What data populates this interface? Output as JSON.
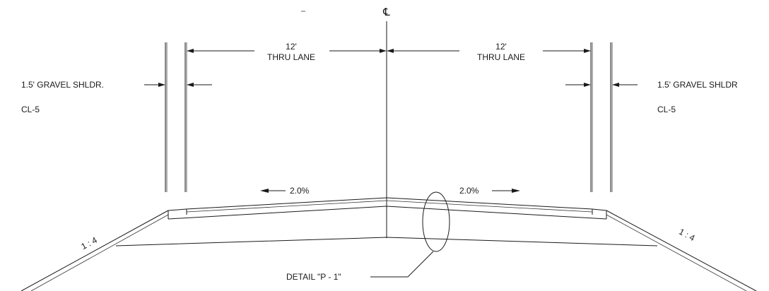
{
  "centerline_symbol": "℄",
  "lanes": {
    "left": {
      "width": "12'",
      "name": "THRU LANE",
      "slope": "2.0%"
    },
    "right": {
      "width": "12'",
      "name": "THRU LANE",
      "slope": "2.0%"
    }
  },
  "shoulders": {
    "left": {
      "label": "1.5' GRAVEL SHLDR.",
      "material": "CL-5"
    },
    "right": {
      "label": "1.5' GRAVEL SHLDR",
      "material": "CL-5"
    }
  },
  "side_slopes": {
    "left": "1 : 4",
    "right": "1 : 4"
  },
  "detail_callout": "DETAIL \"P - 1\"",
  "colors": {
    "line": "#1a1a1a",
    "background": "#ffffff"
  }
}
